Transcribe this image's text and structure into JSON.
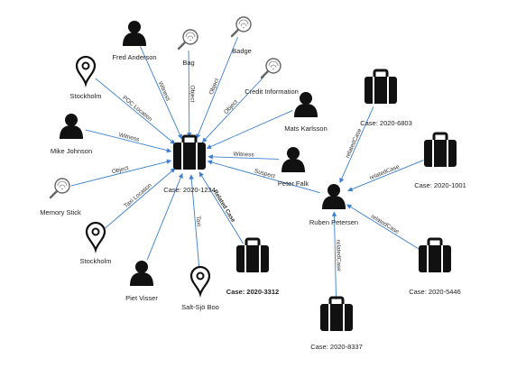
{
  "nodes": [
    {
      "id": "case-1234",
      "label": "Case: 2020-1234",
      "icon": "briefcase-icon"
    },
    {
      "id": "fred",
      "label": "Fred Anderson",
      "icon": "person-icon"
    },
    {
      "id": "bag",
      "label": "Bag",
      "icon": "magnifier-fingerprint-icon"
    },
    {
      "id": "badge",
      "label": "Badge",
      "icon": "magnifier-fingerprint-icon"
    },
    {
      "id": "credit",
      "label": "Credit Information",
      "icon": "magnifier-fingerprint-icon"
    },
    {
      "id": "stockholm1",
      "label": "Stockholm",
      "icon": "location-pin-icon"
    },
    {
      "id": "mats",
      "label": "Mats Karlsson",
      "icon": "person-icon"
    },
    {
      "id": "mike",
      "label": "Mike Johnson",
      "icon": "person-icon"
    },
    {
      "id": "peter",
      "label": "Peter Falk",
      "icon": "person-icon"
    },
    {
      "id": "memory",
      "label": "Memory Stick",
      "icon": "magnifier-fingerprint-icon"
    },
    {
      "id": "stockholm2",
      "label": "Stockholm",
      "icon": "location-pin-icon"
    },
    {
      "id": "piet",
      "label": "Piet Visser",
      "icon": "person-icon"
    },
    {
      "id": "saltsjo",
      "label": "Salt-Sjö Boo",
      "icon": "location-pin-icon"
    },
    {
      "id": "case-3312",
      "label": "Case: 2020-3312",
      "icon": "briefcase-icon",
      "bold": true
    },
    {
      "id": "ruben",
      "label": "Ruben Petersen",
      "icon": "person-icon"
    },
    {
      "id": "case-6803",
      "label": "Case: 2020-6803",
      "icon": "briefcase-icon"
    },
    {
      "id": "case-1001",
      "label": "Case: 2020-1001",
      "icon": "briefcase-icon"
    },
    {
      "id": "case-5446",
      "label": "Case: 2020-5446",
      "icon": "briefcase-icon"
    },
    {
      "id": "case-8337",
      "label": "Case: 2020-8337",
      "icon": "briefcase-icon"
    }
  ],
  "edges": [
    {
      "from": "fred",
      "to": "case-1234",
      "label": "Witness"
    },
    {
      "from": "bag",
      "to": "case-1234",
      "label": "Object"
    },
    {
      "from": "badge",
      "to": "case-1234",
      "label": "Object"
    },
    {
      "from": "credit",
      "to": "case-1234",
      "label": "Object"
    },
    {
      "from": "stockholm1",
      "to": "case-1234",
      "label": "POC Location"
    },
    {
      "from": "mats",
      "to": "case-1234",
      "label": ""
    },
    {
      "from": "mike",
      "to": "case-1234",
      "label": "Witness"
    },
    {
      "from": "peter",
      "to": "case-1234",
      "label": "Witness"
    },
    {
      "from": "ruben",
      "to": "case-1234",
      "label": "Suspect"
    },
    {
      "from": "memory",
      "to": "case-1234",
      "label": "Object"
    },
    {
      "from": "stockholm2",
      "to": "case-1234",
      "label": "Taxi Location"
    },
    {
      "from": "piet",
      "to": "case-1234",
      "label": ""
    },
    {
      "from": "saltsjo",
      "to": "case-1234",
      "label": "Taxi"
    },
    {
      "from": "case-3312",
      "to": "case-1234",
      "label": "Related Case",
      "bold": true
    },
    {
      "from": "case-6803",
      "to": "ruben",
      "label": "relatedCase"
    },
    {
      "from": "case-1001",
      "to": "ruben",
      "label": "relatedCase"
    },
    {
      "from": "case-5446",
      "to": "ruben",
      "label": "relatedCase"
    },
    {
      "from": "case-8337",
      "to": "ruben",
      "label": "relatedCase"
    }
  ],
  "colors": {
    "edge": "#3b7fd0",
    "icon": "#111111",
    "outline_icon": "#666666"
  }
}
